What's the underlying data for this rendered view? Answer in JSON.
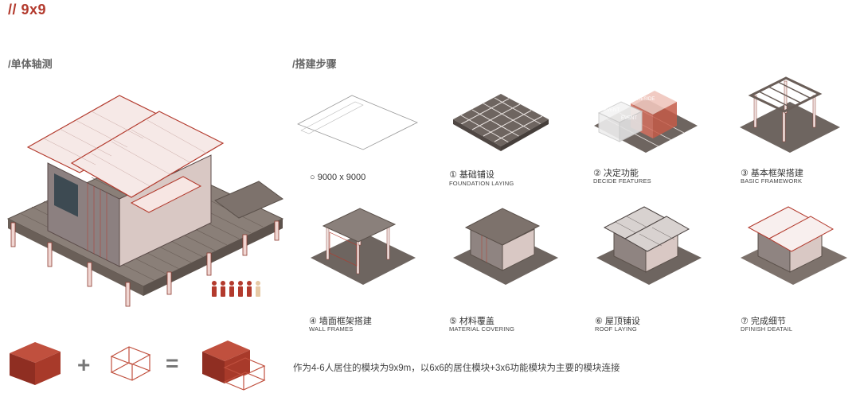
{
  "header": {
    "title": "// 9x9"
  },
  "sections": {
    "axon": "/单体轴测",
    "steps": "/搭建步骤"
  },
  "steps": [
    {
      "label": "○ 9000 x 9000",
      "sub": ""
    },
    {
      "label": "① 基础铺设",
      "sub": "FOUNDATION LAYING"
    },
    {
      "label": "② 决定功能",
      "sub": "DECIDE FEATURES"
    },
    {
      "label": "③ 基本框架搭建",
      "sub": "BASIC FRAMEWORK"
    },
    {
      "label": "④ 墙面框架搭建",
      "sub": "WALL FRAMES"
    },
    {
      "label": "⑤ 材料覆盖",
      "sub": "MATERIAL COVERING"
    },
    {
      "label": "⑥ 屋顶铺设",
      "sub": "ROOF LAYING"
    },
    {
      "label": "⑦ 完成细节",
      "sub": "DFINISH DEATAIL"
    }
  ],
  "function_tags": {
    "event1": "EVENT",
    "event2": "EVENT",
    "reside": "RESIDE"
  },
  "module_note": "作为4-6人居住的模块为9x9m，以6x6的居住模块+3x6功能模块为主要的模块连接",
  "occupancy": {
    "people_filled": 5,
    "people_total": 6
  },
  "colors": {
    "accent": "#b33a2d",
    "module_red": "#a83a2a",
    "deck": "#7d726c",
    "tan": "#e6c9a5"
  },
  "equation": {
    "plus": "+",
    "equals": "="
  }
}
